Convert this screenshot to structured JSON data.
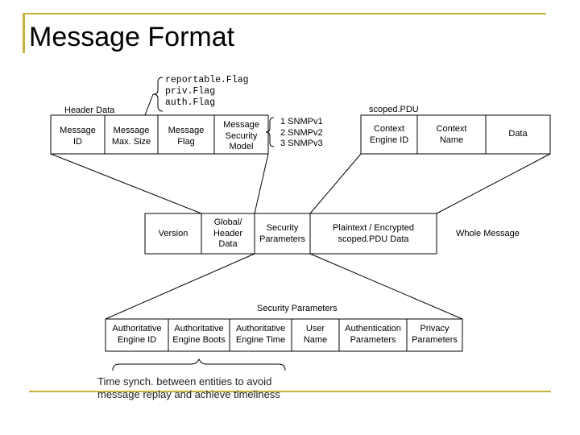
{
  "slide": {
    "title": "Message Format",
    "accent_color": "#c8b23a"
  },
  "header": {
    "caption": "Header Data",
    "flags_note": "reportable.Flag\npriv.Flag\nauth.Flag",
    "cells": [
      "Message\nID",
      "Message\nMax. Size",
      "Message\nFlag",
      "Message\nSecurity\nModel"
    ],
    "model_values": "1 SNMPv1\n2 SNMPv2\n3 SNMPv3"
  },
  "scoped_pdu": {
    "caption": "scoped.PDU",
    "cells": [
      "Context\nEngine ID",
      "Context\nName",
      "Data"
    ]
  },
  "whole_message": {
    "caption": "Whole Message",
    "cells": [
      "Version",
      "Global/\nHeader\nData",
      "Security\nParameters",
      "Plaintext / Encrypted\nscoped.PDU Data"
    ]
  },
  "security_parameters": {
    "caption": "Security Parameters",
    "cells": [
      "Authoritative\nEngine ID",
      "Authoritative\nEngine Boots",
      "Authoritative\nEngine Time",
      "User\nName",
      "Authentication\nParameters",
      "Privacy\nParameters"
    ]
  },
  "time_note": "Time synch. between entities to avoid\nmessage replay and achieve timeliness"
}
